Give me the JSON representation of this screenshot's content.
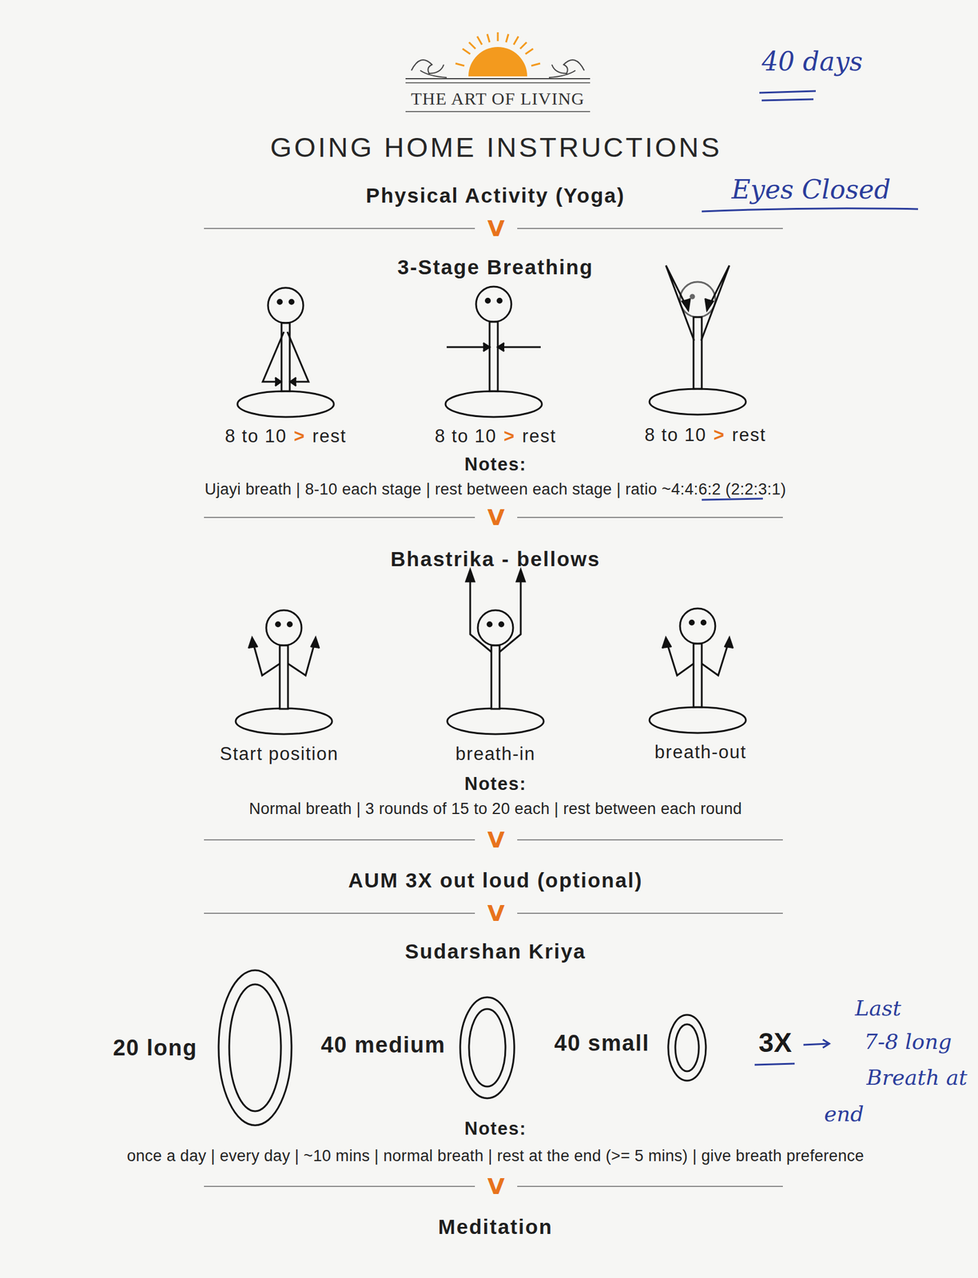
{
  "diagram": {
    "title": "GOING HOME INSTRUCTIONS",
    "labels": [
      "THE ART OF LIVING",
      "40 days",
      "Physical Activity (Yoga)",
      "Eyes Closed",
      "V",
      "3-Stage Breathing",
      "8 to 10",
      ">",
      "rest",
      "8 to 10",
      ">",
      "rest",
      "8 to 10",
      ">",
      "rest",
      "Notes:",
      "Ujayi breath | 8-10 each stage | rest between each stage | ratio ~4:4:6:2 (2:2:3:1)",
      "V",
      "Bhastrika - bellows",
      "Start position",
      "breath-in",
      "breath-out",
      "Notes:",
      "Normal breath | 3 rounds of 15 to 20 each | rest between each round",
      "V",
      "AUM 3X out loud (optional)",
      "V",
      "Sudarshan Kriya",
      "20 long",
      "40 medium",
      "40 small",
      "3X",
      "Last",
      "7-8 long",
      "Breath at",
      "end",
      "Notes:",
      "once a day | every day | ~10 mins | normal breath | rest at the end (>= 5 mins) | give breath preference",
      "V",
      "Meditation"
    ]
  }
}
